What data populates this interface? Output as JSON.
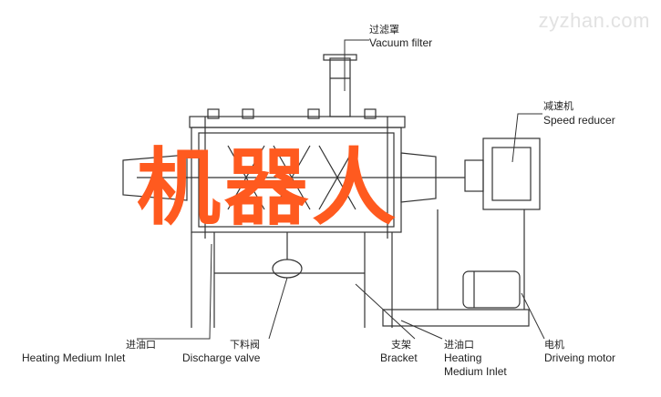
{
  "watermark": "zyzhan.com",
  "overlay_text": "机器人",
  "callouts": {
    "vacuum_filter": {
      "zh": "过滤罩",
      "en": "Vacuum filter"
    },
    "speed_reducer": {
      "zh": "减速机",
      "en": "Speed reducer"
    },
    "heating_inlet_left": {
      "zh": "进油口",
      "en": "Heating Medium Inlet"
    },
    "discharge_valve": {
      "zh": "下料阀",
      "en": "Discharge valve"
    },
    "bracket": {
      "zh": "支架",
      "en": "Bracket"
    },
    "heating_inlet_right": {
      "zh": "进油口",
      "en_line1": "Heating",
      "en_line2": "Medium Inlet"
    },
    "motor": {
      "zh": "电机",
      "en": "Driveing motor"
    }
  },
  "colors": {
    "line": "#333333",
    "overlay": "#ff5a1f",
    "watermark": "#e2e2e2"
  }
}
